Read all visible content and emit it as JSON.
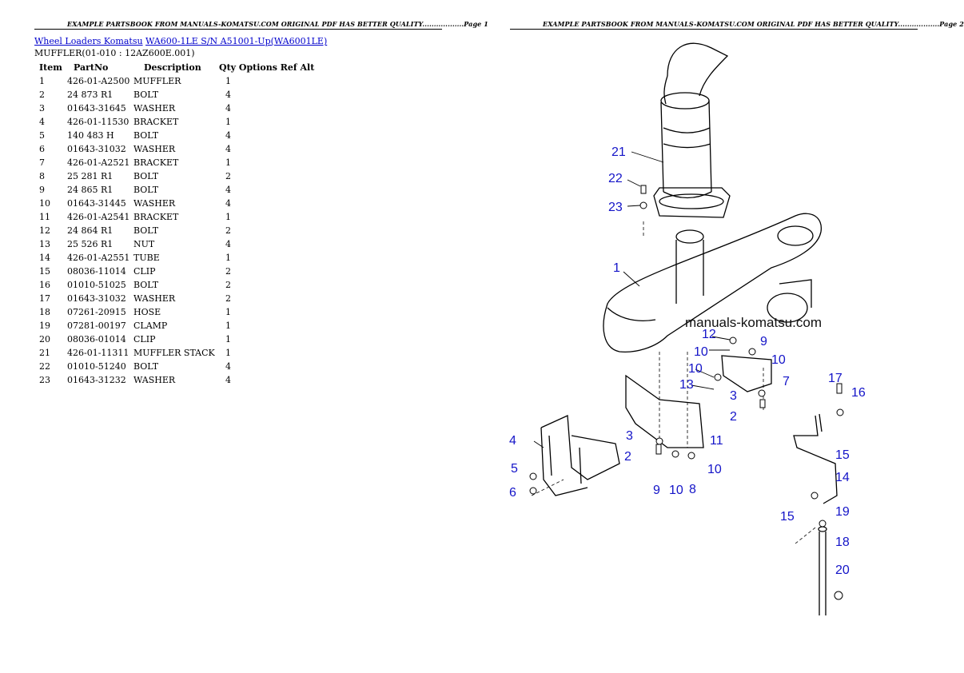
{
  "page1": {
    "header": "EXAMPLE PARTSBOOK FROM MANUALS-KOMATSU.COM ORIGINAL PDF HAS BETTER QUALITY..................Page 1",
    "breadcrumb": {
      "link1": "Wheel Loaders Komatsu",
      "link2": "WA600-1LE S/N A51001-Up(WA6001LE)"
    },
    "subtitle": "MUFFLER(01-010 : 12AZ600E.001)",
    "columns": {
      "item": "Item",
      "partno": "PartNo",
      "description": "Description",
      "rest": "Qty Options Ref Alt"
    },
    "rows": [
      {
        "item": "1",
        "partno": "426-01-A2500",
        "description": "MUFFLER",
        "qty": "1"
      },
      {
        "item": "2",
        "partno": "24 873 R1",
        "description": "BOLT",
        "qty": "4"
      },
      {
        "item": "3",
        "partno": "01643-31645",
        "description": "WASHER",
        "qty": "4"
      },
      {
        "item": "4",
        "partno": "426-01-11530",
        "description": "BRACKET",
        "qty": "1"
      },
      {
        "item": "5",
        "partno": "140 483 H",
        "description": "BOLT",
        "qty": "4"
      },
      {
        "item": "6",
        "partno": "01643-31032",
        "description": "WASHER",
        "qty": "4"
      },
      {
        "item": "7",
        "partno": "426-01-A2521",
        "description": "BRACKET",
        "qty": "1"
      },
      {
        "item": "8",
        "partno": "25 281 R1",
        "description": "BOLT",
        "qty": "2"
      },
      {
        "item": "9",
        "partno": "24 865 R1",
        "description": "BOLT",
        "qty": "4"
      },
      {
        "item": "10",
        "partno": "01643-31445",
        "description": "WASHER",
        "qty": "4"
      },
      {
        "item": "11",
        "partno": "426-01-A2541",
        "description": "BRACKET",
        "qty": "1"
      },
      {
        "item": "12",
        "partno": "24 864 R1",
        "description": "BOLT",
        "qty": "2"
      },
      {
        "item": "13",
        "partno": "25 526 R1",
        "description": "NUT",
        "qty": "4"
      },
      {
        "item": "14",
        "partno": "426-01-A2551",
        "description": "TUBE",
        "qty": "1"
      },
      {
        "item": "15",
        "partno": "08036-11014",
        "description": "CLIP",
        "qty": "2"
      },
      {
        "item": "16",
        "partno": "01010-51025",
        "description": "BOLT",
        "qty": "2"
      },
      {
        "item": "17",
        "partno": "01643-31032",
        "description": "WASHER",
        "qty": "2"
      },
      {
        "item": "18",
        "partno": "07261-20915",
        "description": "HOSE",
        "qty": "1"
      },
      {
        "item": "19",
        "partno": "07281-00197",
        "description": "CLAMP",
        "qty": "1"
      },
      {
        "item": "20",
        "partno": "08036-01014",
        "description": "CLIP",
        "qty": "1"
      },
      {
        "item": "21",
        "partno": "426-01-11311",
        "description": "MUFFLER STACK",
        "qty": "1"
      },
      {
        "item": "22",
        "partno": "01010-51240",
        "description": "BOLT",
        "qty": "4"
      },
      {
        "item": "23",
        "partno": "01643-31232",
        "description": "WASHER",
        "qty": "4"
      }
    ]
  },
  "page2": {
    "header": "EXAMPLE PARTSBOOK FROM MANUALS-KOMATSU.COM ORIGINAL PDF HAS BETTER QUALITY..................Page 2",
    "watermark": "manuals-komatsu.com",
    "callouts": {
      "c21": "21",
      "c22": "22",
      "c23": "23",
      "c1": "1",
      "c12": "12",
      "c9a": "9",
      "c10a": "10",
      "c10b": "10",
      "c10c": "10",
      "c7": "7",
      "c13": "13",
      "c3a": "3",
      "c2a": "2",
      "c17": "17",
      "c16": "16",
      "c4": "4",
      "c3b": "3",
      "c11": "11",
      "c2b": "2",
      "c10d": "10",
      "c15a": "15",
      "c5": "5",
      "c6": "6",
      "c9b": "9",
      "c10e": "10",
      "c8": "8",
      "c14": "14",
      "c15b": "15",
      "c19": "19",
      "c18": "18",
      "c20": "20"
    }
  }
}
